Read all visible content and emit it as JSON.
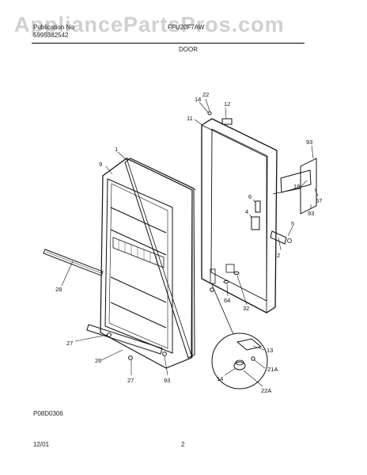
{
  "watermark": "AppliancePartsPros.com",
  "header": {
    "publication_label": "Publication No",
    "publication_number": "5995382542",
    "model": "FFU20F7AW",
    "section_title": "DOOR"
  },
  "diagram_code": "P08D0306",
  "footer": {
    "date": "12/01",
    "page_number": "2"
  },
  "callouts": {
    "c1": "1",
    "c9": "9",
    "c22": "22",
    "c14": "14",
    "c12": "12",
    "c11": "11",
    "c93a": "93",
    "c18": "18",
    "c57": "57",
    "c93b": "93",
    "c6": "6",
    "c4": "4",
    "c5": "5",
    "c2": "2",
    "c64": "64",
    "c32": "32",
    "c28": "28",
    "c27a": "27",
    "c26": "26",
    "c27b": "27",
    "c93c": "93",
    "c13": "13",
    "c21a": "21A",
    "c14b": "14",
    "c22a": "22A"
  }
}
